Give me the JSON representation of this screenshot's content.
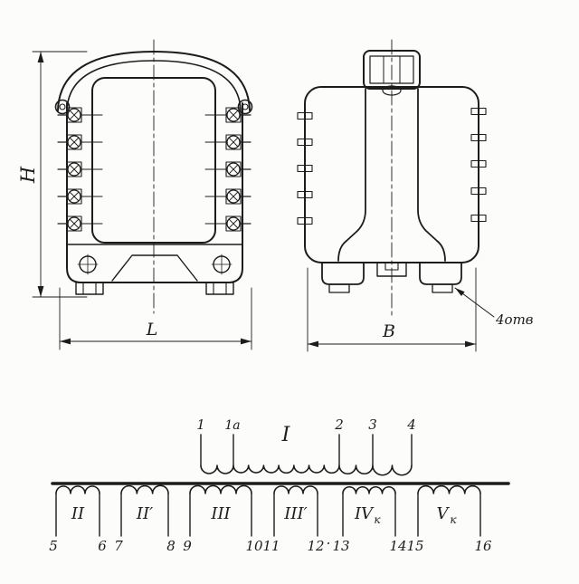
{
  "drawing": {
    "front_view": {
      "dim_h": "H",
      "dim_l": "L"
    },
    "side_view": {
      "dim_b": "B",
      "holes_note": "4отв"
    },
    "schematic": {
      "primary_label": "I",
      "primary_terminals": [
        "1",
        "1а",
        "2",
        "3",
        "4"
      ],
      "windings": [
        {
          "label": "II",
          "sub": "",
          "t1": "5",
          "t2": "6"
        },
        {
          "label": "II′",
          "sub": "",
          "t1": "7",
          "t2": "8"
        },
        {
          "label": "III",
          "sub": "",
          "t1": "9",
          "t2": "10"
        },
        {
          "label": "III′",
          "sub": "",
          "t1": "11",
          "t2": "12"
        },
        {
          "label": "IV",
          "sub": "к",
          "t1": "13",
          "t2": "14"
        },
        {
          "label": "V",
          "sub": "к",
          "t1": "15",
          "t2": "16"
        }
      ],
      "separator_dot": "·"
    }
  }
}
